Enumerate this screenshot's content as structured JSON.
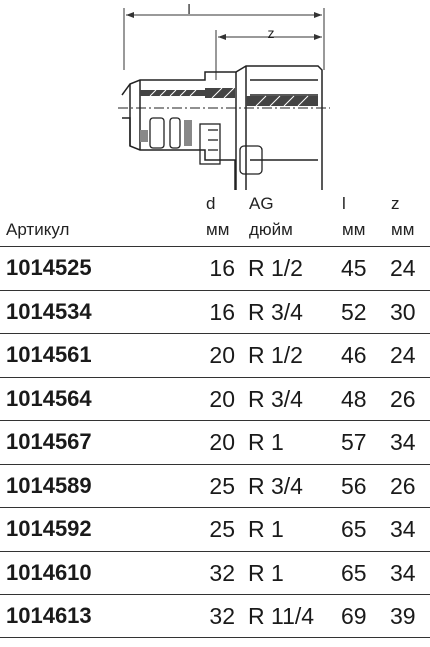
{
  "drawing": {
    "dim_l": "l",
    "dim_z": "z"
  },
  "header": {
    "article": "Артикул",
    "d_top": "d",
    "d_unit": "мм",
    "ag_top": "AG",
    "ag_unit": "дюйм",
    "l_top": "l",
    "l_unit": "мм",
    "z_top": "z",
    "z_unit": "мм"
  },
  "rows": [
    {
      "article": "1014525",
      "d": "16",
      "ag": "R 1/2",
      "l": "45",
      "z": "24"
    },
    {
      "article": "1014534",
      "d": "16",
      "ag": "R 3/4",
      "l": "52",
      "z": "30"
    },
    {
      "article": "1014561",
      "d": "20",
      "ag": "R 1/2",
      "l": "46",
      "z": "24"
    },
    {
      "article": "1014564",
      "d": "20",
      "ag": "R 3/4",
      "l": "48",
      "z": "26"
    },
    {
      "article": "1014567",
      "d": "20",
      "ag": "R 1",
      "l": "57",
      "z": "34"
    },
    {
      "article": "1014589",
      "d": "25",
      "ag": "R 3/4",
      "l": "56",
      "z": "26"
    },
    {
      "article": "1014592",
      "d": "25",
      "ag": "R 1",
      "l": "65",
      "z": "34"
    },
    {
      "article": "1014610",
      "d": "32",
      "ag": "R 1",
      "l": "65",
      "z": "34"
    },
    {
      "article": "1014613",
      "d": "32",
      "ag": "R 11/4",
      "l": "69",
      "z": "39"
    }
  ]
}
